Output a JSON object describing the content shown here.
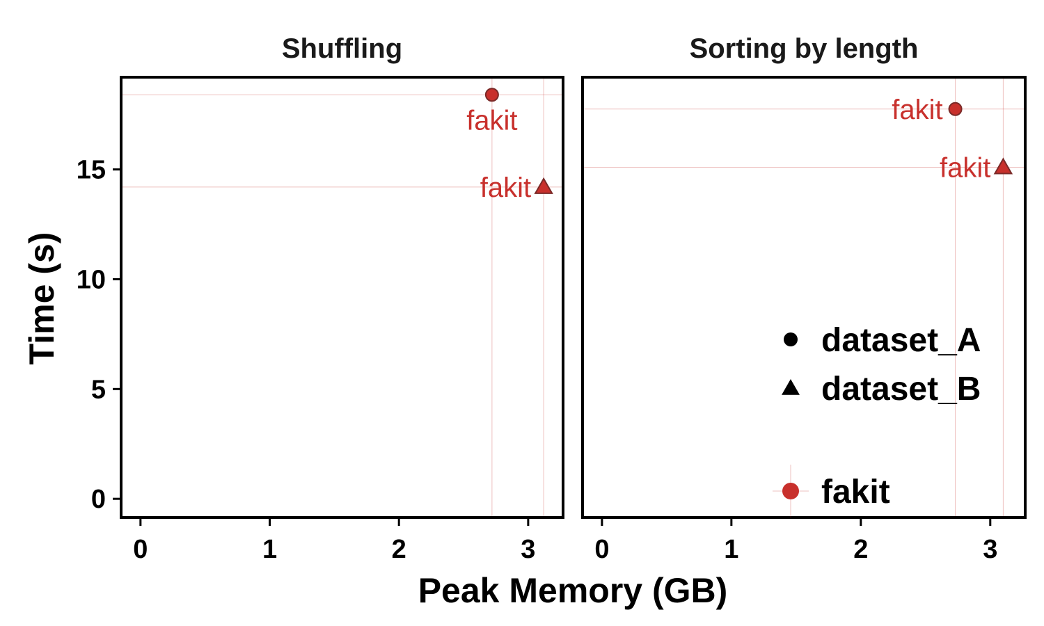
{
  "chart_data": {
    "type": "scatter",
    "xlabel": "Peak Memory (GB)",
    "ylabel": "Time (s)",
    "xlim": [
      -0.15,
      3.27
    ],
    "ylim": [
      -0.85,
      19.2
    ],
    "xticks": [
      0,
      1,
      2,
      3
    ],
    "yticks": [
      0,
      5,
      10,
      15
    ],
    "legend_position": "bottom-right",
    "shape_legend": [
      {
        "name": "dataset_A",
        "shape": "circle"
      },
      {
        "name": "dataset_B",
        "shape": "triangle"
      }
    ],
    "color_legend": [
      {
        "name": "fakit",
        "color": "#c8302c"
      }
    ],
    "grid": false,
    "panels": [
      {
        "title": "Shuffling",
        "points": [
          {
            "x": 2.72,
            "y": 18.4,
            "dataset": "dataset_A",
            "tool": "fakit",
            "label": "fakit"
          },
          {
            "x": 3.12,
            "y": 14.2,
            "dataset": "dataset_B",
            "tool": "fakit",
            "label": "fakit"
          }
        ]
      },
      {
        "title": "Sorting by length",
        "points": [
          {
            "x": 2.73,
            "y": 17.75,
            "dataset": "dataset_A",
            "tool": "fakit",
            "label": "fakit"
          },
          {
            "x": 3.1,
            "y": 15.1,
            "dataset": "dataset_B",
            "tool": "fakit",
            "label": "fakit"
          }
        ]
      }
    ]
  }
}
